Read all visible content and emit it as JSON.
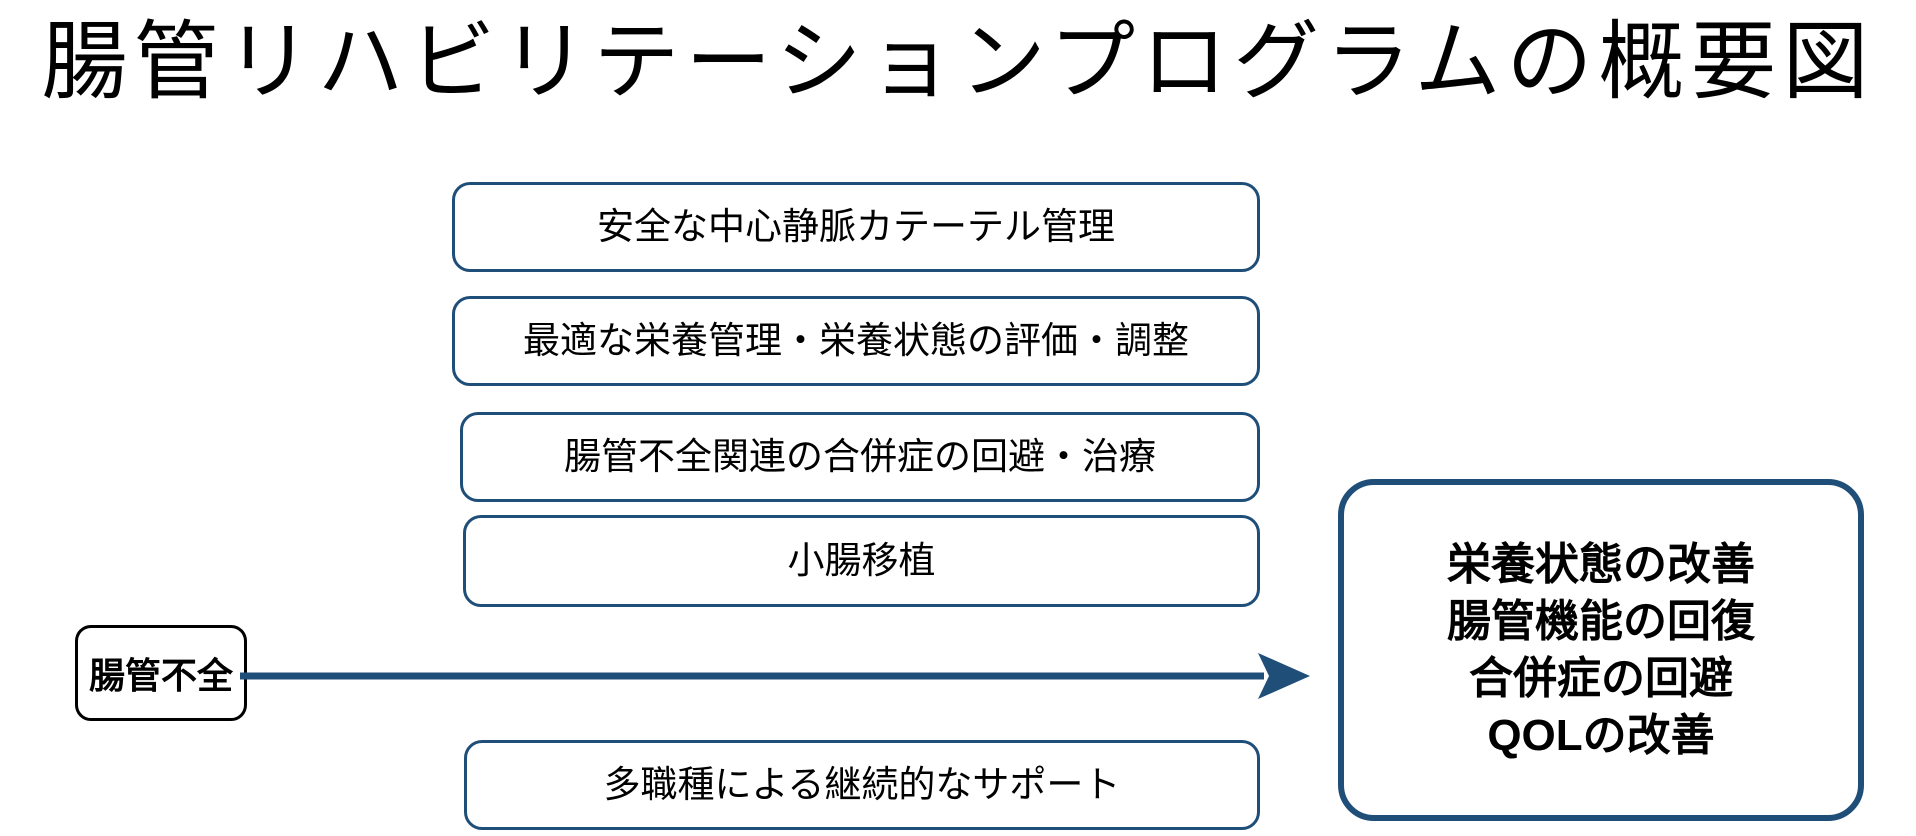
{
  "title": "腸管リハビリテーションプログラムの概要図",
  "colors": {
    "box_border_blue": "#1f4e79",
    "box_border_black": "#000000",
    "arrow": "#1f4e79",
    "background": "#ffffff",
    "text": "#000000"
  },
  "source": {
    "label": "腸管不全"
  },
  "arrow": {
    "name": "rightward-flow-arrow",
    "direction": "right"
  },
  "process_boxes": [
    {
      "id": "catheter",
      "label": "安全な中心静脈カテーテル管理"
    },
    {
      "id": "nutrition",
      "label": "最適な栄養管理・栄養状態の評価・調整"
    },
    {
      "id": "complications",
      "label": "腸管不全関連の合併症の回避・治療"
    },
    {
      "id": "transplant",
      "label": "小腸移植"
    },
    {
      "id": "support",
      "label": "多職種による継続的なサポート"
    }
  ],
  "outcome": {
    "lines": [
      "栄養状態の改善",
      "腸管機能の回復",
      "合併症の回避",
      "QOLの改善"
    ]
  }
}
